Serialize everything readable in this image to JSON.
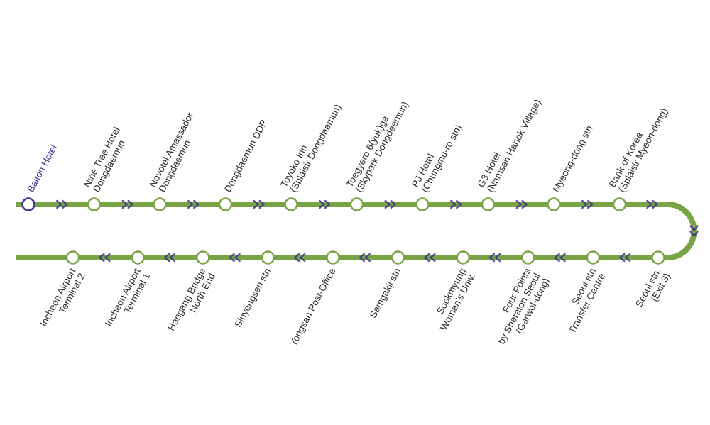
{
  "route": {
    "line_color": "#79a445",
    "arrow_color": "#3d2e8c",
    "current_stop_color": "#3c2d8f",
    "outbound_stops": [
      {
        "lines": [
          "Baiton Hotel"
        ],
        "current": true
      },
      {
        "lines": [
          "Nine Tree Hotel",
          "Dongdaemun"
        ]
      },
      {
        "lines": [
          "Novotel Amassador",
          "Dongdaemun"
        ]
      },
      {
        "lines": [
          "Dongdaemun DDP"
        ]
      },
      {
        "lines": [
          "Toyoko Inn",
          "(Splaisir Dongdaemun)"
        ]
      },
      {
        "lines": [
          "Toegyero 6(yuk)ga",
          "(Skypark Dongdaemun)"
        ]
      },
      {
        "lines": [
          "PJ Hotel",
          "(Chungmu-ro stn)"
        ]
      },
      {
        "lines": [
          "G3 Hotel",
          "(Namsan Hanok Village)"
        ]
      },
      {
        "lines": [
          "Myeong-dong stn"
        ]
      },
      {
        "lines": [
          "Bank of Korea",
          "(Splaisir Myeon-dong)"
        ]
      }
    ],
    "inbound_stops": [
      {
        "lines": [
          "Seoul stn.",
          "(Exit 3)"
        ]
      },
      {
        "lines": [
          "Seoul stn",
          "Transfer Centre"
        ]
      },
      {
        "lines": [
          "Four Points",
          "by Sheraton Seoul",
          "(Garwol-dong)"
        ]
      },
      {
        "lines": [
          "Sookmyung",
          "Women's Univ."
        ]
      },
      {
        "lines": [
          "Samgakji stn"
        ]
      },
      {
        "lines": [
          "Yongsan Post-Office"
        ]
      },
      {
        "lines": [
          "Sinyongsan stn"
        ]
      },
      {
        "lines": [
          "Hangang Bridge",
          "North End"
        ]
      },
      {
        "lines": [
          "Incheon Airport",
          "Terminal 1"
        ]
      },
      {
        "lines": [
          "Incheon Airport",
          "Terminal 2"
        ]
      }
    ]
  }
}
